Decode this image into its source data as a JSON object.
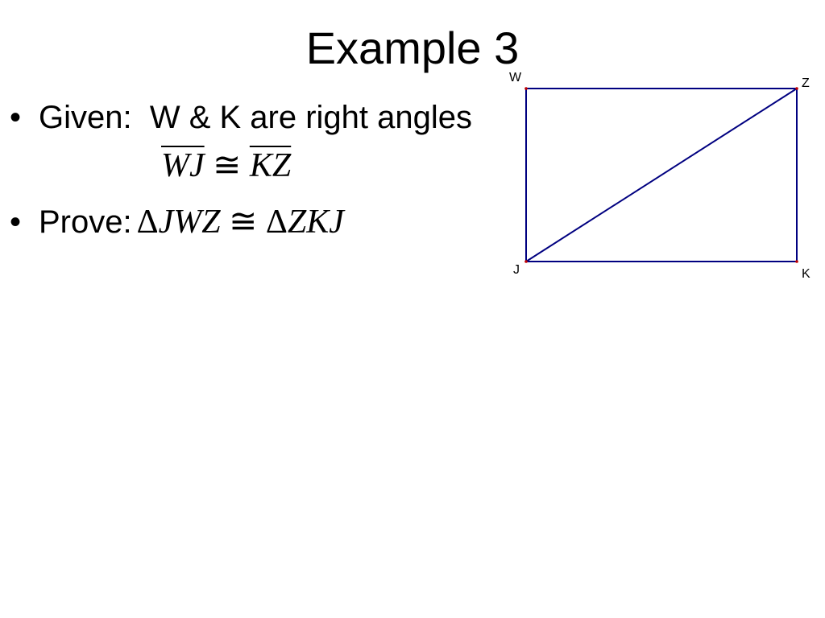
{
  "slide": {
    "title": "Example 3",
    "given": {
      "bullet": "•",
      "label": "Given:",
      "statement": "W & K are right angles",
      "seg1": "WJ",
      "congruent": "≅",
      "seg2": "KZ"
    },
    "prove": {
      "bullet": "•",
      "label": "Prove:",
      "tri_symbol": "Δ",
      "tri1": "JWZ",
      "congruent": "≅",
      "tri2": "ZKJ"
    }
  },
  "diagram": {
    "stroke_color": "#000080",
    "point_color": "#c00000",
    "labels": {
      "W": "W",
      "Z": "Z",
      "J": "J",
      "K": "K"
    }
  }
}
